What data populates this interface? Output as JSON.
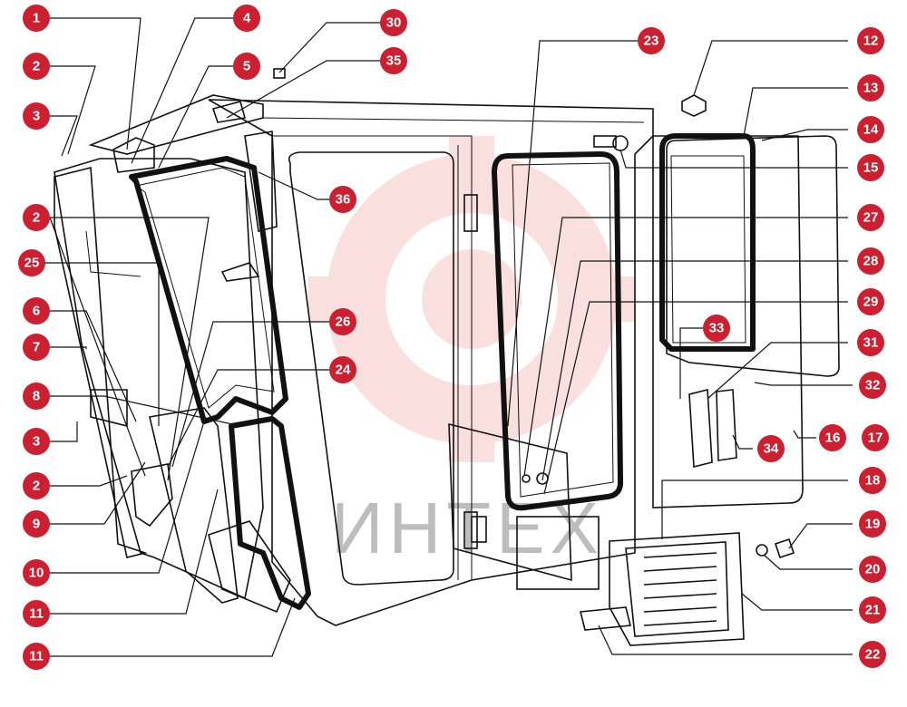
{
  "watermark": {
    "text": "ИНТЕХ",
    "color": "#f29a9a"
  },
  "callout_color": "#cc1f2f",
  "callouts": {
    "c1": "1",
    "c2a": "2",
    "c3a": "3",
    "c2b": "2",
    "c25": "25",
    "c6": "6",
    "c7": "7",
    "c8": "8",
    "c3b": "3",
    "c2c": "2",
    "c9": "9",
    "c10": "10",
    "c11a": "11",
    "c11b": "11",
    "c4": "4",
    "c5": "5",
    "c30": "30",
    "c35": "35",
    "c36": "36",
    "c26": "26",
    "c24": "24",
    "c23": "23",
    "c12": "12",
    "c13": "13",
    "c14": "14",
    "c15": "15",
    "c27": "27",
    "c28": "28",
    "c29": "29",
    "c33": "33",
    "c31": "31",
    "c32": "32",
    "c16": "16",
    "c17": "17",
    "c34": "34",
    "c18": "18",
    "c19": "19",
    "c20": "20",
    "c21": "21",
    "c22": "22"
  }
}
